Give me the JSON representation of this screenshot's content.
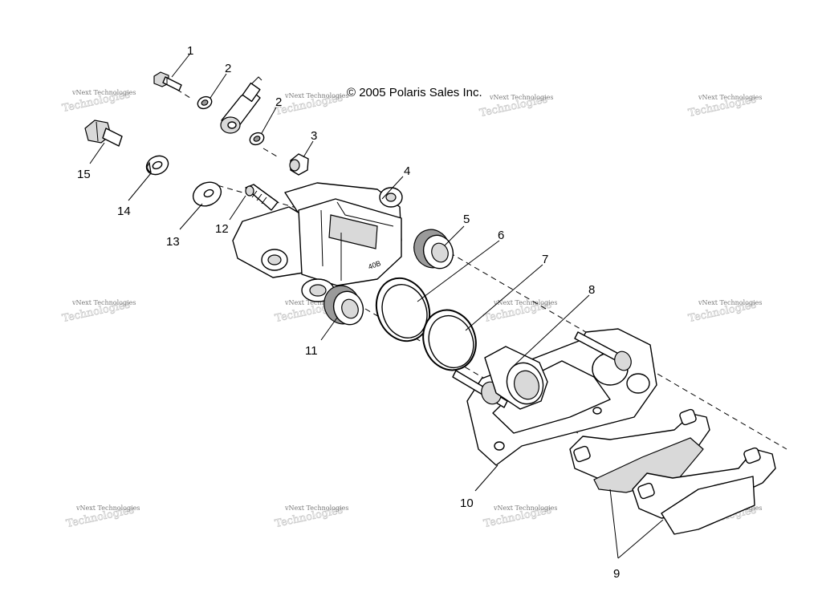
{
  "copyright": "© 2005 Polaris Sales Inc.",
  "watermark": {
    "text": "vNext Technologies",
    "ghost_text": "Technologies"
  },
  "callouts": [
    {
      "id": "1",
      "label": "1",
      "part": "bolt"
    },
    {
      "id": "2a",
      "label": "2",
      "part": "washer"
    },
    {
      "id": "2b",
      "label": "2",
      "part": "washer"
    },
    {
      "id": "3",
      "label": "3",
      "part": "bleeder-cap"
    },
    {
      "id": "4",
      "label": "4",
      "part": "caliper-body"
    },
    {
      "id": "5",
      "label": "5",
      "part": "piston"
    },
    {
      "id": "6",
      "label": "6",
      "part": "piston-seal"
    },
    {
      "id": "7",
      "label": "7",
      "part": "seal"
    },
    {
      "id": "8",
      "label": "8",
      "part": "boot"
    },
    {
      "id": "9",
      "label": "9",
      "part": "brake-pads"
    },
    {
      "id": "10",
      "label": "10",
      "part": "caliper-bracket"
    },
    {
      "id": "11",
      "label": "11",
      "part": "piston"
    },
    {
      "id": "12",
      "label": "12",
      "part": "bleeder-valve"
    },
    {
      "id": "13",
      "label": "13",
      "part": "washer"
    },
    {
      "id": "14",
      "label": "14",
      "part": "washer"
    },
    {
      "id": "15",
      "label": "15",
      "part": "mounting-bolt"
    }
  ],
  "caliper_marking": "40B"
}
